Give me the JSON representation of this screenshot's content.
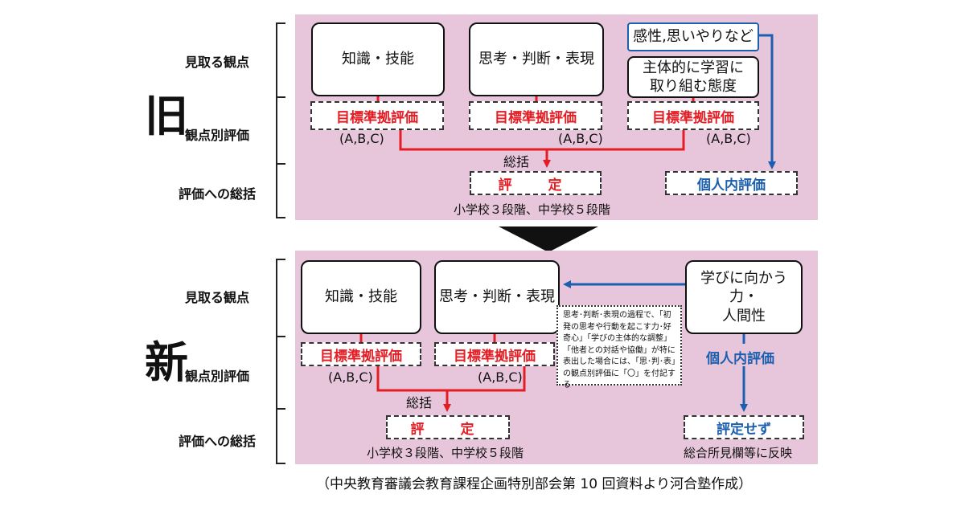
{
  "old": {
    "era_label": "旧",
    "rows": [
      "見取る観点",
      "観点別評価",
      "評価への総括"
    ],
    "viewpoints": [
      "知識・技能",
      "思考・判断・表現",
      "感性,思いやりなど",
      "主体的に学習に\n取り組む態度"
    ],
    "eval_label": "目標準拠評価",
    "abc_label": "(A,B,C)",
    "summary_label": "総括",
    "grade_label": "評　定",
    "individual_label": "個人内評価",
    "stages_note": "小学校３段階、中学校５段階"
  },
  "new": {
    "era_label": "新",
    "rows": [
      "見取る観点",
      "観点別評価",
      "評価への総括"
    ],
    "viewpoints": [
      "知識・技能",
      "思考・判断・表現",
      "学びに向かう力・\n人間性"
    ],
    "eval_label": "目標準拠評価",
    "abc_label": "(A,B,C)",
    "summary_label": "総括",
    "grade_label": "評　定",
    "individual_label": "個人内評価",
    "no_grade_label": "評定せず",
    "stages_note": "小学校３段階、中学校５段階",
    "reflect_note": "総合所見欄等に反映",
    "note_text": "思考･判断･表現の過程で、｢初発の思考や行動を起こす力･好奇心｣「学びの主体的な調整」「他者との対話や協働」が特に表出した場合には、「思･判･表」の観点別評価に「〇」を付記する"
  },
  "caption": "（中央教育審議会教育課程企画特別部会第 10 回資料より河合塾作成）",
  "colors": {
    "panel": "#e7c6db",
    "red": "#e31d23",
    "blue": "#1b5fae"
  }
}
